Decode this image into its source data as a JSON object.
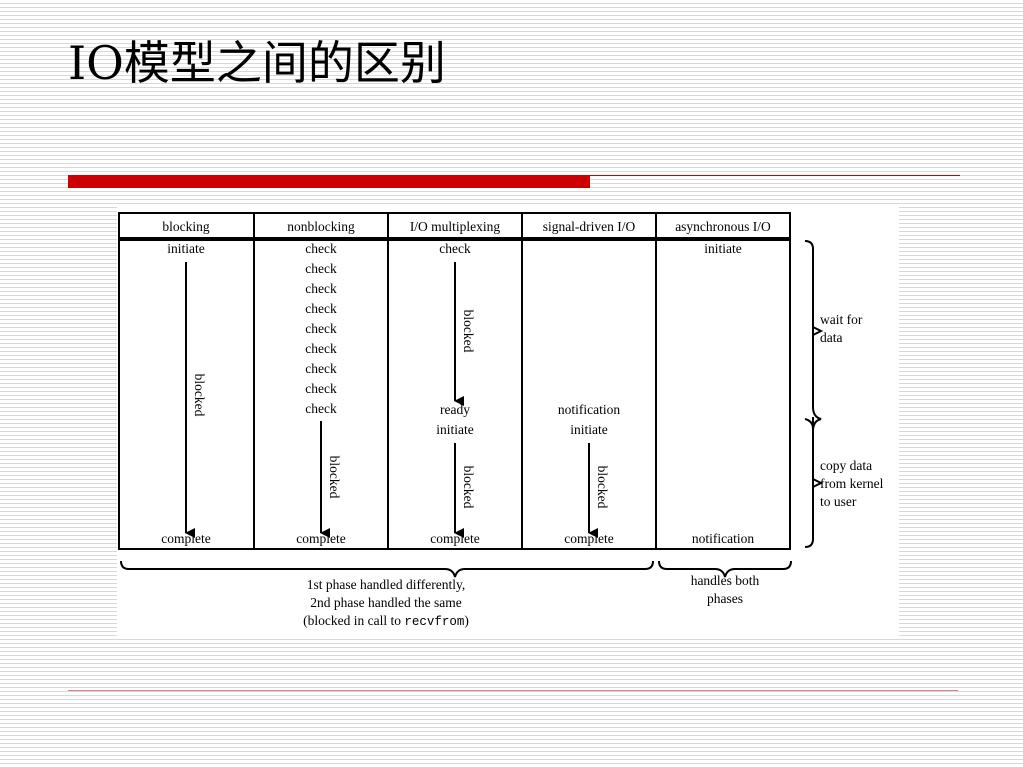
{
  "title": "IO模型之间的区别",
  "colors": {
    "accent": "#cc0000",
    "line": "#000000"
  },
  "columns": [
    {
      "header": "blocking"
    },
    {
      "header": "nonblocking"
    },
    {
      "header": "I/O multiplexing"
    },
    {
      "header": "signal-driven I/O"
    },
    {
      "header": "asynchronous I/O"
    }
  ],
  "labels": {
    "initiate": "initiate",
    "check": "check",
    "blocked": "blocked",
    "ready": "ready",
    "notification": "notification",
    "complete": "complete"
  },
  "braces": {
    "wait": [
      "wait for",
      "data"
    ],
    "copy": [
      "copy data",
      "from kernel",
      "to user"
    ]
  },
  "footer": {
    "left_line1": "1st phase handled differently,",
    "left_line2": "2nd phase handled the same",
    "left_line3_prefix": "(blocked in call to ",
    "left_line3_code": "recvfrom",
    "left_line3_suffix": ")",
    "right_line1": "handles both",
    "right_line2": "phases"
  }
}
